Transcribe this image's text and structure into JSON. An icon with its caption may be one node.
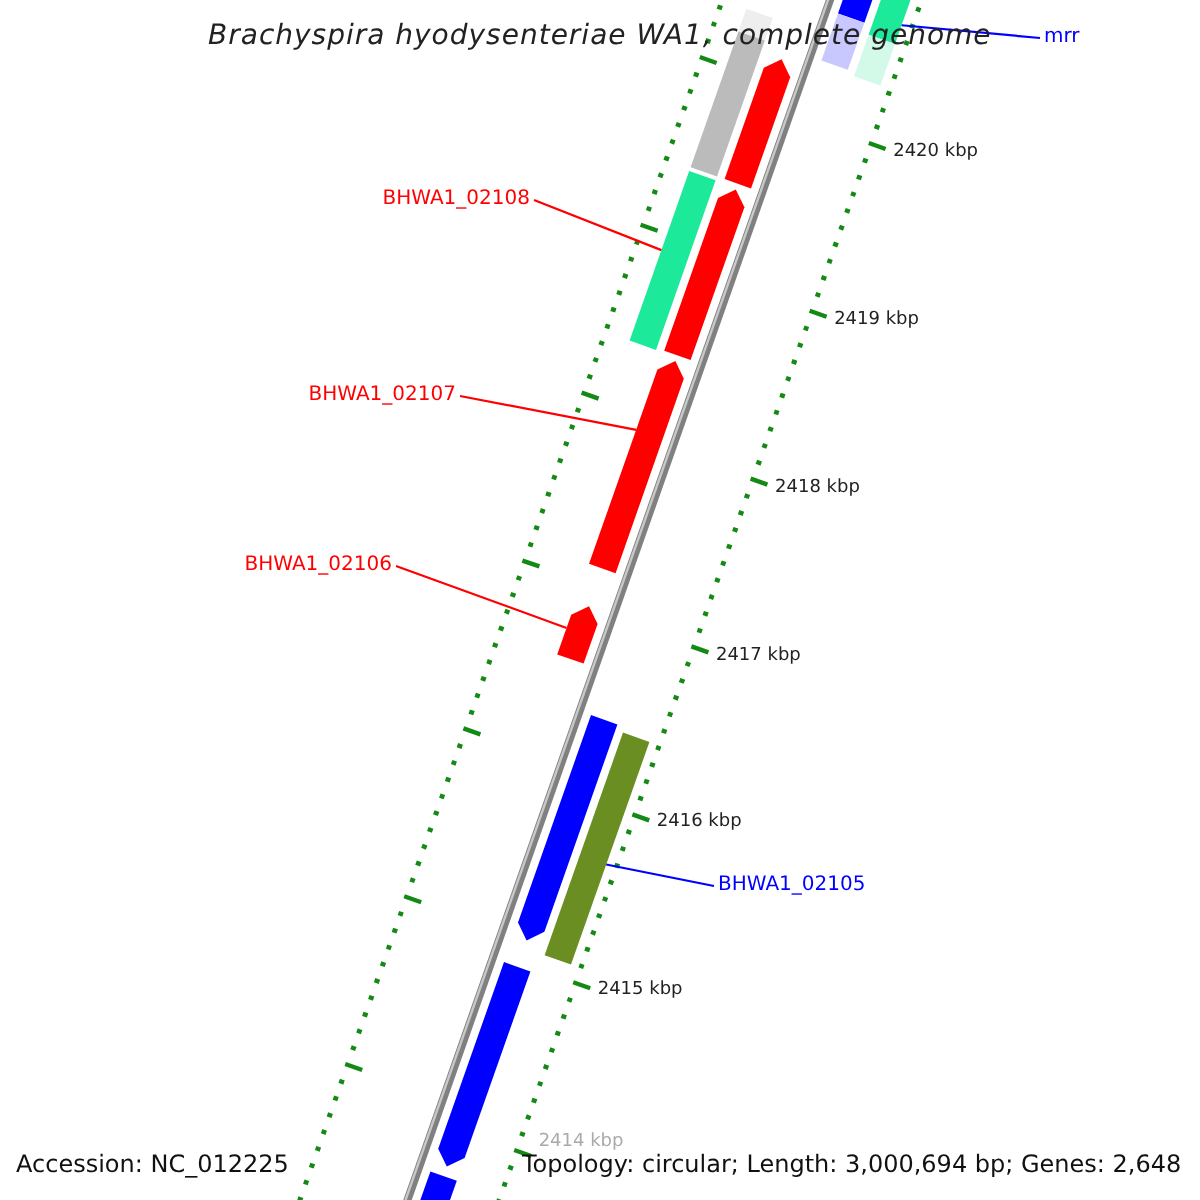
{
  "diagram": {
    "title": "Brachyspira hyodysenteriae WA1, complete genome",
    "nodes": [
      {
        "text": [
          "mrr"
        ]
      },
      {
        "text": [],
        "shape": "bar"
      },
      {
        "text": [
          "BHWA1_02108"
        ]
      },
      {
        "text": [],
        "shape": "bar"
      },
      {
        "text": [
          "BHWA1_02107"
        ]
      },
      {
        "text": [],
        "shape": "bar"
      },
      {
        "text": [
          "BHWA1_02106"
        ]
      },
      {
        "text": [],
        "shape": "bar"
      },
      {
        "text": [
          "BHWA1_02105"
        ]
      },
      {
        "text": [],
        "shape": "bar"
      },
      {
        "text": [],
        "shape": "bar"
      },
      {
        "text": [],
        "shape": "bar"
      },
      {
        "text": [],
        "shape": "bar"
      },
      {
        "text": [],
        "shape": "bar"
      },
      {
        "text": [],
        "shape": "bar"
      },
      {
        "text": [],
        "shape": "bar"
      },
      {
        "text": [],
        "shape": "bar"
      },
      {
        "text": [],
        "shape": "bar"
      },
      {
        "text": [],
        "shape": "bar"
      },
      {
        "text": [],
        "shape": "bar"
      }
    ],
    "edges": [
      {
        "from": 0,
        "to": 1,
        "arrow": "none",
        "color": "#0000ff"
      },
      {
        "from": 2,
        "to": 3,
        "arrow": "none"
      },
      {
        "from": 4,
        "to": 5,
        "arrow": "none"
      },
      {
        "from": 6,
        "to": 7,
        "arrow": "none"
      },
      {
        "from": 8,
        "to": 9,
        "arrow": "none",
        "color": "#0000ff"
      }
    ],
    "labels": [
      "2420 kbp",
      "2419 kbp",
      "2418 kbp",
      "2417 kbp",
      "2416 kbp",
      "2415 kbp",
      "2414 kbp",
      "Accession: NC_012225",
      "Topology: circular; Length: 3,000,694 bp; Genes: 2,648"
    ]
  }
}
